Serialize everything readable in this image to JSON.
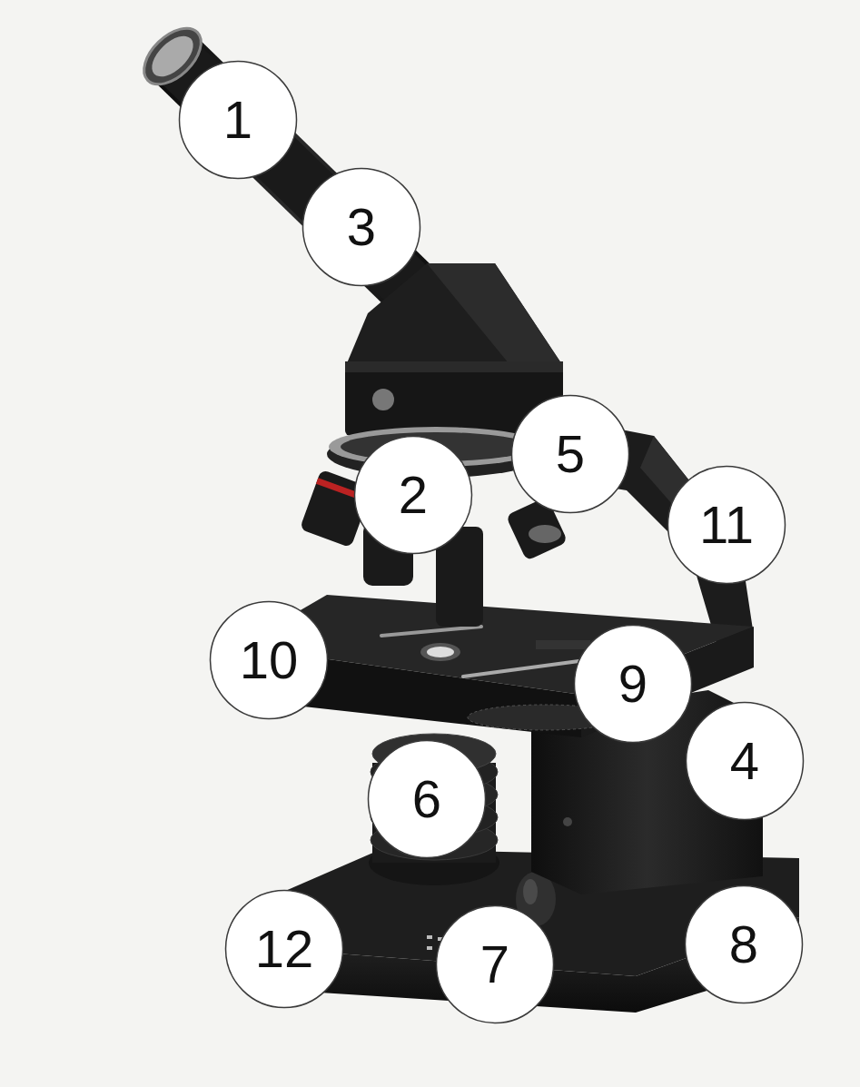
{
  "diagram": {
    "nodes": [
      {
        "text": [
          "1"
        ]
      },
      {
        "text": [
          "3"
        ]
      },
      {
        "text": [
          "5"
        ]
      },
      {
        "text": [
          "2"
        ]
      },
      {
        "text": [
          "11"
        ]
      },
      {
        "text": [
          "10"
        ]
      },
      {
        "text": [
          "9"
        ]
      },
      {
        "text": [
          "4"
        ]
      },
      {
        "text": [
          "6"
        ]
      },
      {
        "text": [
          "12"
        ]
      },
      {
        "text": [
          "7"
        ]
      },
      {
        "text": [
          "8"
        ]
      }
    ]
  }
}
